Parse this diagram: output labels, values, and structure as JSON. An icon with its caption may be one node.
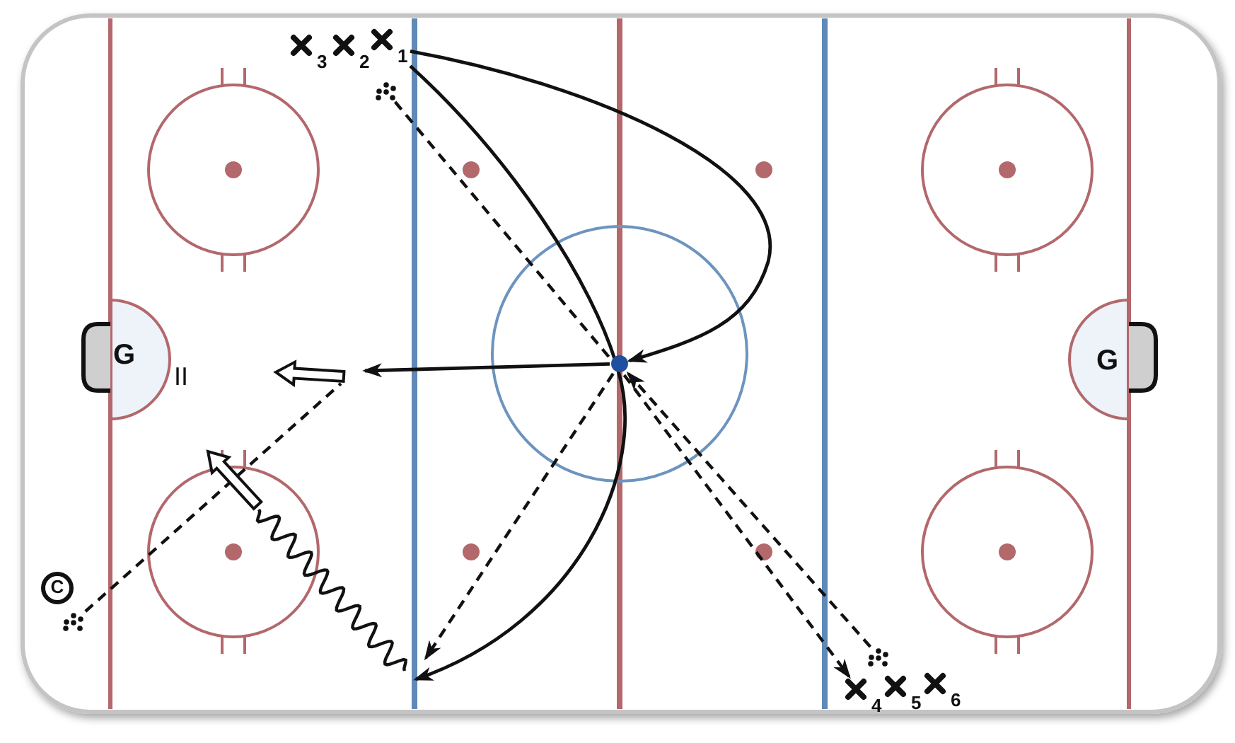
{
  "diagram": {
    "nodes": [
      {
        "text": [
          "3"
        ]
      },
      {
        "text": [
          "2"
        ]
      },
      {
        "text": [
          "1"
        ]
      },
      {
        "text": [],
        "shape": "dots"
      },
      {
        "text": [
          "G"
        ]
      },
      {
        "text": [],
        "shape": "circle"
      },
      {
        "text": [
          "G"
        ]
      },
      {
        "text": [
          "C"
        ]
      },
      {
        "text": [],
        "shape": "dots"
      },
      {
        "text": [],
        "shape": "dots"
      },
      {
        "text": [
          "4"
        ]
      },
      {
        "text": [
          "5"
        ]
      },
      {
        "text": [
          "6"
        ]
      }
    ],
    "edges": [
      {
        "from": 2,
        "to": 5,
        "arrow": "to"
      },
      {
        "from": 2,
        "to": null,
        "arrow": "to"
      },
      {
        "from": 3,
        "to": 10,
        "arrow": "to",
        "style": "dashed"
      },
      {
        "from": 9,
        "to": 5,
        "arrow": "to",
        "style": "dashed"
      },
      {
        "from": 5,
        "to": null,
        "arrow": "to",
        "style": "dashed"
      },
      {
        "from": 5,
        "to": null,
        "arrow": "to"
      },
      {
        "from": 8,
        "to": null,
        "arrow": "none",
        "style": "dashed"
      }
    ],
    "labels": [
      "II"
    ]
  }
}
